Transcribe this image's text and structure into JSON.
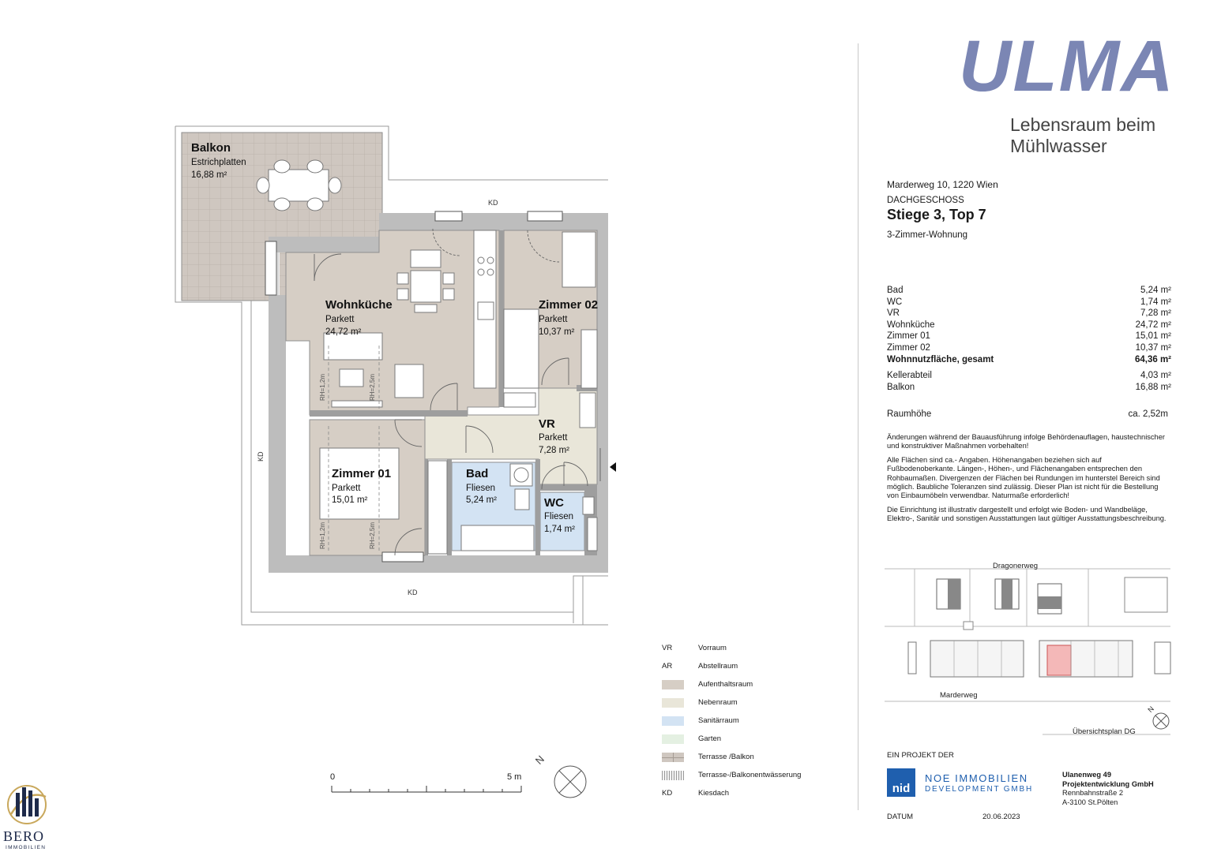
{
  "project": {
    "logo": "ULMA",
    "tagline_line1": "Lebensraum beim",
    "tagline_line2": "Mühlwasser",
    "address": "Marderweg 10, 1220 Wien",
    "floor": "DACHGESCHOSS",
    "unit": "Stiege 3, Top 7",
    "apartment_type": "3-Zimmer-Wohnung"
  },
  "areas": [
    {
      "label": "Bad",
      "value": "5,24 m²"
    },
    {
      "label": "WC",
      "value": "1,74 m²"
    },
    {
      "label": "VR",
      "value": "7,28 m²"
    },
    {
      "label": "Wohnküche",
      "value": "24,72 m²"
    },
    {
      "label": "Zimmer 01",
      "value": "15,01 m²"
    },
    {
      "label": "Zimmer 02",
      "value": "10,37 m²"
    },
    {
      "label": "Wohnnutzfläche, gesamt",
      "value": "64,36 m²"
    },
    {
      "label": "Kellerabteil",
      "value": "4,03 m²"
    },
    {
      "label": "Balkon",
      "value": "16,88 m²"
    }
  ],
  "room_height": {
    "label": "Raumhöhe",
    "value": "ca. 2,52m"
  },
  "notes": {
    "p1": "Änderungen während der Bauausführung infolge Behördenauflagen, haustechnischer und konstruktiver Maßnahmen vorbehalten!",
    "p2": "Alle Flächen sind ca.- Angaben. Höhenangaben beziehen sich auf Fußbodenoberkante. Längen-, Höhen-, und Flächenangaben entsprechen den Rohbaumaßen. Divergenzen der Flächen bei Rundungen im hunterstel Bereich sind möglich. Baubliche Toleranzen sind zulässig. Dieser Plan ist nicht für die Bestellung von Einbaumöbeln verwendbar. Naturmaße erforderlich!",
    "p3": "Die Einrichtung ist illustrativ dargestellt und erfolgt wie Boden- und Wandbeläge, Elektro-, Sanitär und sonstigen Ausstattungen laut gültiger Ausstattungsbeschreibung."
  },
  "site_plan": {
    "street_top": "Dragonerweg",
    "street_bottom": "Marderweg",
    "caption": "Übersichtsplan DG",
    "north": "N"
  },
  "developer": {
    "intro": "EIN PROJEKT DER",
    "logo_short": "nid",
    "logo_line1": "NOE IMMOBILIEN",
    "logo_line2": "DEVELOPMENT GMBH",
    "company_line1": "Ulanenweg 49",
    "company_line2": "Projektentwicklung GmbH",
    "street": "Rennbahnstraße 2",
    "city": "A-3100 St.Pölten"
  },
  "datum": {
    "label": "DATUM",
    "value": "20.06.2023"
  },
  "rooms": {
    "balkon": {
      "name": "Balkon",
      "material": "Estrichplatten",
      "area": "16,88 m²"
    },
    "wohnkueche": {
      "name": "Wohnküche",
      "material": "Parkett",
      "area": "24,72 m²"
    },
    "zimmer02": {
      "name": "Zimmer 02",
      "material": "Parkett",
      "area": "10,37 m²"
    },
    "vr": {
      "name": "VR",
      "material": "Parkett",
      "area": "7,28 m²"
    },
    "zimmer01": {
      "name": "Zimmer 01",
      "material": "Parkett",
      "area": "15,01 m²"
    },
    "bad": {
      "name": "Bad",
      "material": "Fliesen",
      "area": "5,24 m²"
    },
    "wc": {
      "name": "WC",
      "material": "Fliesen",
      "area": "1,74 m²"
    }
  },
  "plan_labels": {
    "kd": "KD",
    "rh12": "RH=1,2m",
    "rh25": "RH=2,5m",
    "north": "N"
  },
  "scale": {
    "start": "0",
    "end": "5 m"
  },
  "legend": [
    {
      "abbr": "VR",
      "label": "Vorraum"
    },
    {
      "abbr": "AR",
      "label": "Abstellraum"
    },
    {
      "color": "#d6cec5",
      "label": "Aufenthaltsraum"
    },
    {
      "color": "#e9e6d9",
      "label": "Nebenraum"
    },
    {
      "color": "#d3e3f3",
      "label": "Sanitärraum"
    },
    {
      "color": "#e4f0e2",
      "label": "Garten"
    },
    {
      "color": "#cfc7c0",
      "label": "Terrasse /Balkon"
    },
    {
      "color": "#e0e0e0",
      "label": "Terrasse-/Balkonentwässerung"
    },
    {
      "abbr": "KD",
      "label": "Kiesdach"
    }
  ],
  "agent": {
    "name": "BERO",
    "sub": "IMMOBILIEN"
  },
  "colors": {
    "aufenthalt": "#d6cec5",
    "neben": "#e9e6d9",
    "sanitaer": "#d3e3f3",
    "balkon": "#cfc7c0",
    "wall": "#bdbdbd",
    "ulma": "#7b86b4",
    "nid": "#1f5fae"
  }
}
